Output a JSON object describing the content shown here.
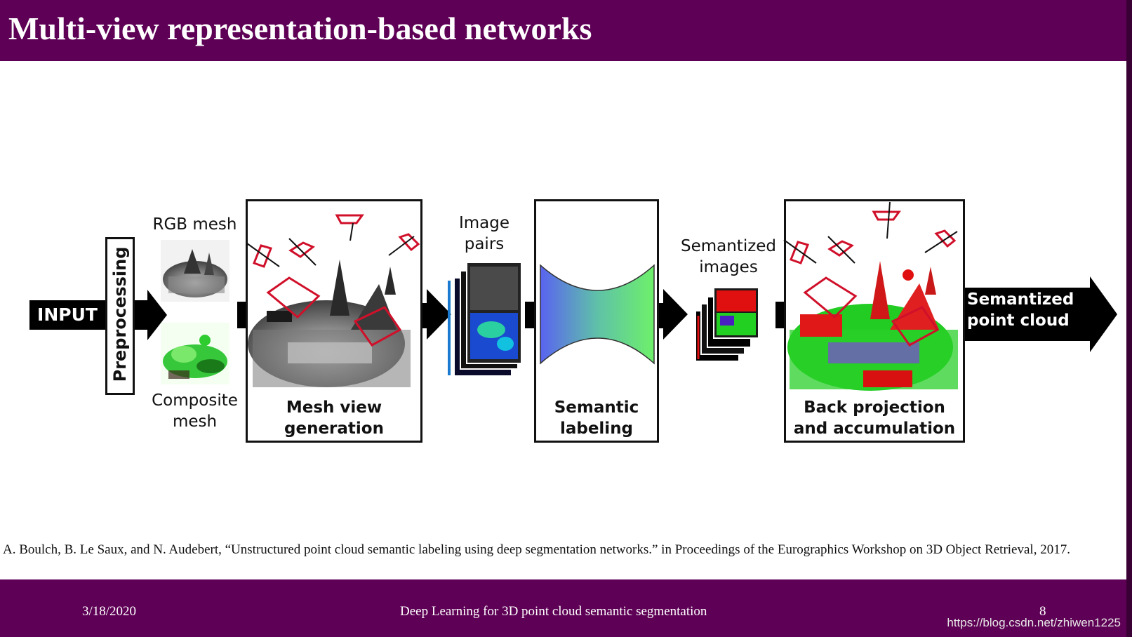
{
  "slide": {
    "title": "Multi-view representation-based networks"
  },
  "diagram": {
    "input_label": "INPUT",
    "preprocessing_label": "Preprocessing",
    "rgb_mesh_label": "RGB mesh",
    "composite_mesh_label_1": "Composite",
    "composite_mesh_label_2": "mesh",
    "mesh_view_label_1": "Mesh view",
    "mesh_view_label_2": "generation",
    "image_pairs_label_1": "Image",
    "image_pairs_label_2": "pairs",
    "semantic_labeling_label_1": "Semantic",
    "semantic_labeling_label_2": "labeling",
    "semantized_images_label_1": "Semantized",
    "semantized_images_label_2": "images",
    "back_projection_label_1": "Back projection",
    "back_projection_label_2": "and accumulation",
    "output_label_1": "Semantized",
    "output_label_2": "point cloud"
  },
  "citation": "A. Boulch, B. Le Saux, and N. Audebert, “Unstructured point cloud semantic labeling using deep segmentation networks.” in Proceedings of the Eurographics Workshop on 3D Object Retrieval, 2017.",
  "footer": {
    "date": "3/18/2020",
    "center": "Deep Learning for 3D point cloud semantic segmentation",
    "page": "8",
    "watermark": "https://blog.csdn.net/zhiwen1225"
  },
  "colors": {
    "header_bg": "#5e0055",
    "frame_red": "#d0102a",
    "semantic_green": "#2ee33a"
  }
}
